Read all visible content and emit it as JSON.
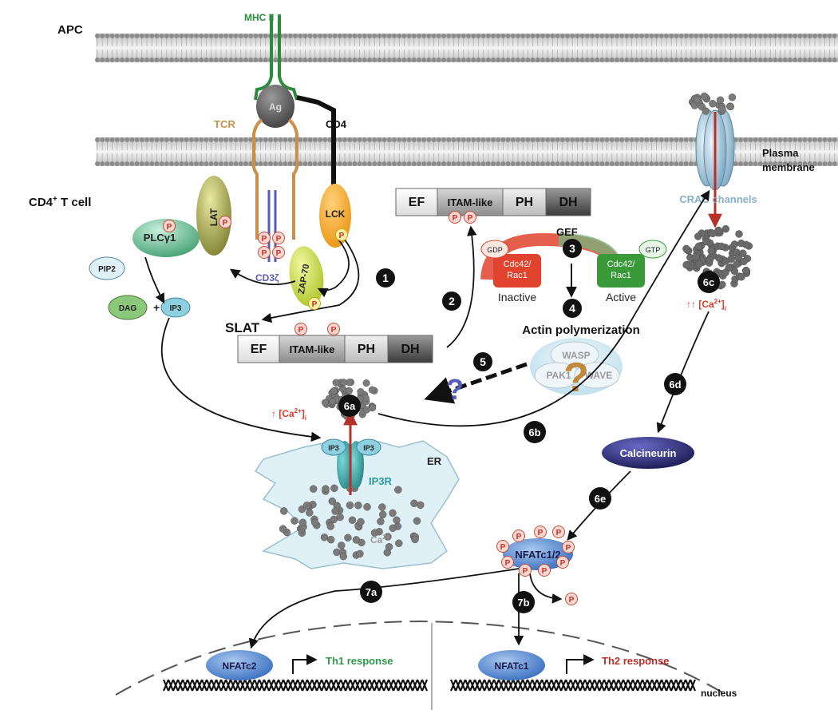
{
  "labels": {
    "apc": "APC",
    "mhc": "MHC II",
    "ag": "Ag",
    "tcr": "TCR",
    "cd4": "CD4",
    "cell": "CD4",
    "cell_sup": "+",
    "cell_tail": " T cell",
    "plasma_membrane_1": "Plasma",
    "plasma_membrane_2": "membrane",
    "crac": "CRAC channels",
    "lat": "LAT",
    "plcg": "PLCγ1",
    "pip2": "PIP2",
    "dag": "DAG",
    "plus": "+",
    "ip3": "IP3",
    "cd3": "CD3ζ",
    "zap70": "ZAP-70",
    "lck": "LCK",
    "slat": "SLAT",
    "gef": "GEF",
    "gdp": "GDP",
    "gtp": "GTP",
    "cdc_inactive_1": "Cdc42/",
    "cdc_inactive_2": "Rac1",
    "cdc_active_1": "Cdc42/",
    "cdc_active_2": "Rac1",
    "inactive": "Inactive",
    "active": "Active",
    "actin": "Actin polymerization",
    "wasp": "WASP",
    "pak1": "PAK1",
    "wave": "WAVE",
    "question": "?",
    "ca_er": "↑ [Ca",
    "ca_er_sup": "2+",
    "ca_er_sub": "i",
    "ca_cell": "↑↑ [Ca",
    "ca_cell_sup": "2+",
    "ca_cell_sub": "i",
    "er": "ER",
    "ip3r": "IP3R",
    "ca_store": "Ca",
    "ca_store_sup": "2+",
    "calcineurin": "Calcineurin",
    "nfatc12": "NFATc1/2",
    "nfatc2": "NFATc2",
    "nfatc1": "NFATc1",
    "th1": "Th1 response",
    "th2": "Th2 response",
    "nucleus": "nucleus",
    "phospho": "P"
  },
  "domains_top": [
    "EF",
    "ITAM-like",
    "PH",
    "DH"
  ],
  "domains_bottom": [
    "EF",
    "ITAM-like",
    "PH",
    "DH"
  ],
  "steps": [
    "1",
    "2",
    "3",
    "4",
    "5",
    "6a",
    "6b",
    "6c",
    "6d",
    "6e",
    "7a",
    "7b"
  ],
  "colors": {
    "mhc": "#2e8b3d",
    "tcr": "#c8904a",
    "lck": "#f5a623",
    "zap70": "#c8d850",
    "plcg": "#6fbf9a",
    "lat": "#a8a848",
    "phospho": "#e24a3a",
    "cd3": "#5a5ab8",
    "gdp_box": "#e0432e",
    "gtp_box": "#3a9a3a",
    "ca_red": "#e03a2a",
    "crac": "#9ec3d8",
    "ip3r": "#2a9a9a",
    "er": "#dff0f7",
    "calcineurin": "#2a2a7a",
    "nfat": "#5a8fd8",
    "th1": "#2e9a4a",
    "th2": "#b8302a"
  }
}
